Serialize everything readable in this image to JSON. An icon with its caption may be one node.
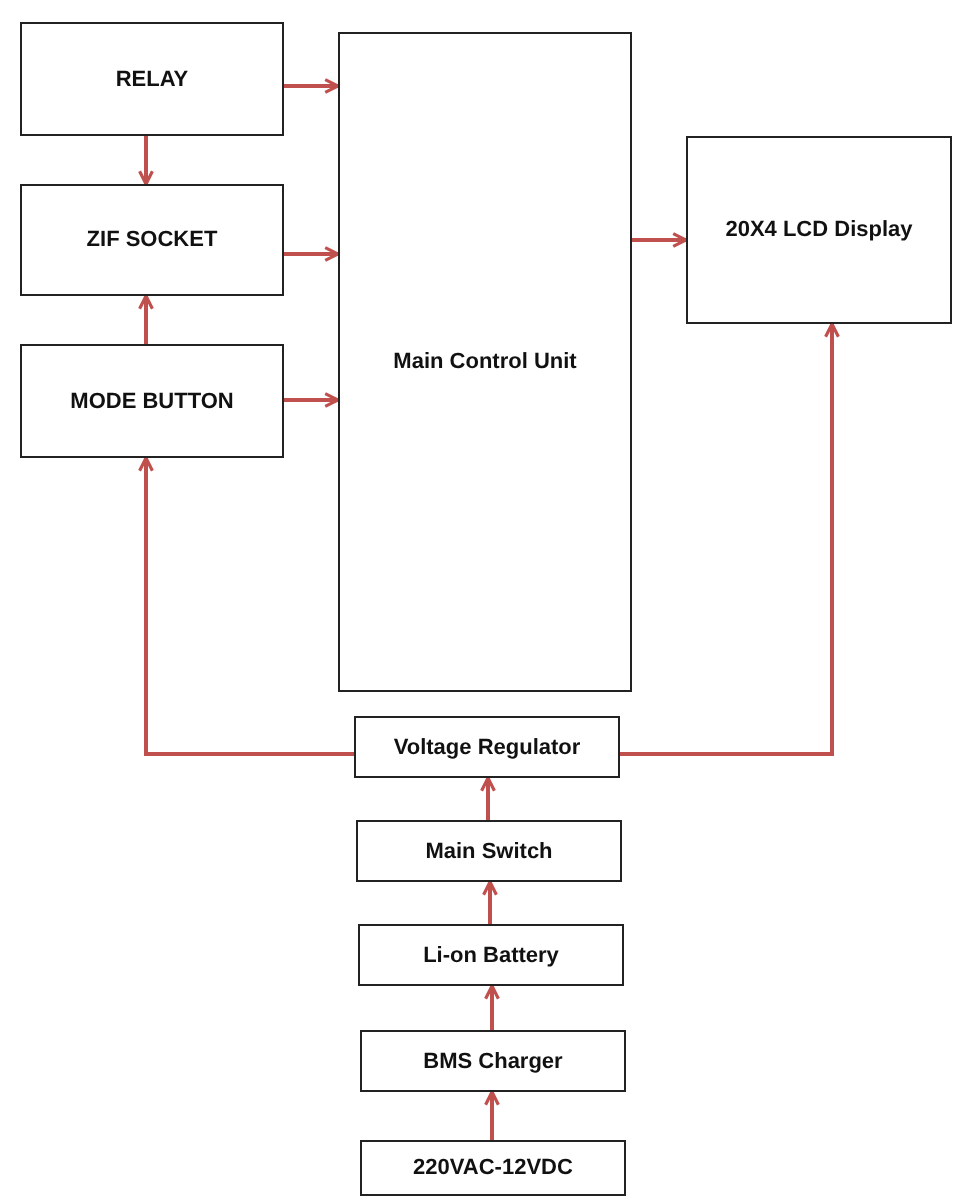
{
  "diagram": {
    "nodes": [
      {
        "text": [
          "RELAY"
        ]
      },
      {
        "text": [
          "ZIF SOCKET"
        ]
      },
      {
        "text": [
          "MODE BUTTON"
        ]
      },
      {
        "text": [
          "Main Control Unit"
        ]
      },
      {
        "text": [
          "20X4 LCD Display"
        ]
      },
      {
        "text": [
          "Voltage Regulator"
        ]
      },
      {
        "text": [
          "Main Switch"
        ]
      },
      {
        "text": [
          "Li-on Battery"
        ]
      },
      {
        "text": [
          "BMS Charger"
        ]
      },
      {
        "text": [
          "220VAC-12VDC"
        ]
      }
    ],
    "edges": [
      {
        "from": 0,
        "to": 3,
        "arrow": "to"
      },
      {
        "from": 1,
        "to": 3,
        "arrow": "to"
      },
      {
        "from": 2,
        "to": 3,
        "arrow": "to"
      },
      {
        "from": 0,
        "to": 1,
        "arrow": "to"
      },
      {
        "from": 2,
        "to": 1,
        "arrow": "to"
      },
      {
        "from": 3,
        "to": 4,
        "arrow": "to"
      },
      {
        "from": 5,
        "to": 2,
        "arrow": "to"
      },
      {
        "from": 5,
        "to": 4,
        "arrow": "to"
      },
      {
        "from": 6,
        "to": 5,
        "arrow": "to"
      },
      {
        "from": 7,
        "to": 6,
        "arrow": "to"
      },
      {
        "from": 8,
        "to": 7,
        "arrow": "to"
      },
      {
        "from": 9,
        "to": 8,
        "arrow": "to"
      }
    ]
  }
}
